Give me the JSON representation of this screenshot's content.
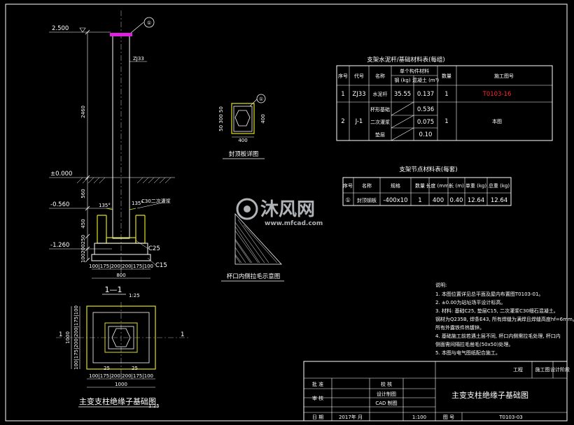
{
  "drawing": {
    "elev_top": "2.500",
    "elev_ground": "±0.000",
    "elev_mid": "-0.560",
    "elev_bottom": "-1.260",
    "dim_2460": "2460",
    "dim_560": "560",
    "dim_450": "450",
    "dim_lower": "100200250",
    "pole_label": "ZJ33",
    "callout_1": "①",
    "angle_left": "135°",
    "angle_right": "135°",
    "c30_label": "C30二次灌浆",
    "c25_label": "C25",
    "c15_label": "C15",
    "bottom_dims": "100|175|200|200|175|100",
    "width_800": "800",
    "section_label": "1—1",
    "section_scale": "1:25",
    "cap_dims_left": "50 300 50",
    "cap_dim_400_right": "400",
    "cap_dim_400_bottom": "400",
    "cap_title": "封顶板详图",
    "cup_title": "杯口内侧拉毛示意图",
    "plan_left_dims": "100|175|200|200|175|100",
    "plan_left_total": "1000",
    "plan_bottom_dims": "100|175|200|200|175|100",
    "plan_bottom_total": "1000",
    "plan_small_25a": "25",
    "plan_small_25b": "25",
    "plan_marker": "1",
    "plan_title": "主变支柱绝缘子基础图",
    "plan_scale": "1:25"
  },
  "table1": {
    "title": "支架水泥杆/基础材料表(每组)",
    "headers": [
      "序号",
      "代号",
      "名称",
      "单个构件材料",
      "数量",
      "施工图号"
    ],
    "subheaders": [
      "钢\n(kg)",
      "混凝土\n(m³)"
    ],
    "rows": [
      [
        "1",
        "ZJ33",
        "水泥杆",
        "35.55",
        "0.137",
        "1",
        "T0103-16"
      ],
      [
        "2",
        "J-1",
        "杯形基础",
        "",
        "0.536",
        "1",
        "本图"
      ],
      [
        "",
        "",
        "二次灌浆",
        "",
        "0.075",
        "",
        ""
      ],
      [
        "",
        "",
        "垫层",
        "",
        "0.10",
        "",
        ""
      ]
    ]
  },
  "table2": {
    "title": "支架节点材料表(每套)",
    "headers": [
      "序号",
      "名称",
      "规格",
      "数量",
      "长度\n(mm)",
      "长\n(m)",
      "单重\n(kg)",
      "总重\n(kg)"
    ],
    "row": [
      "①",
      "封顶钢板",
      "-400x10",
      "1",
      "400",
      "0.40",
      "12.64",
      "12.64"
    ]
  },
  "notes": {
    "heading": "说明:",
    "lines": [
      "1. 本图位置详见总平面及屋内布置图T0103-01。",
      "2. ±0.00为站址场平设计标高。",
      "3. 材料: 基础C25, 垫层C15, 二次灌浆C30细石混凝土。",
      "   钢材为Q235B, 焊条E43, 所有焊缝为满焊且焊缝高度hf=6mm。",
      "   所有外露铁件热镀锌。",
      "4. 基础施工前若遇土层不同, 杯口内侧需拉毛处理, 杯口内",
      "   侧面需间隔拉毛凿毛(50x50)处理。",
      "5. 本图与电气图纸配合施工。"
    ]
  },
  "titleblock": {
    "project_label": "工程",
    "stage_label": "施工图",
    "design_stage": "设计阶段",
    "approve": "批 准",
    "review": "审 核",
    "check": "校 核",
    "design_draw": "设计制图",
    "cad_draw": "CAD 制图",
    "date_label": "日 期",
    "date_value": "2017年  月",
    "scale_value": "1:100",
    "drawing_no_label": "图 号",
    "drawing_no_value": "T0103-03",
    "drawing_title": "主变支柱绝缘子基础图"
  },
  "watermark": {
    "brand": "沐风网",
    "url": "www.mfcad.com"
  }
}
